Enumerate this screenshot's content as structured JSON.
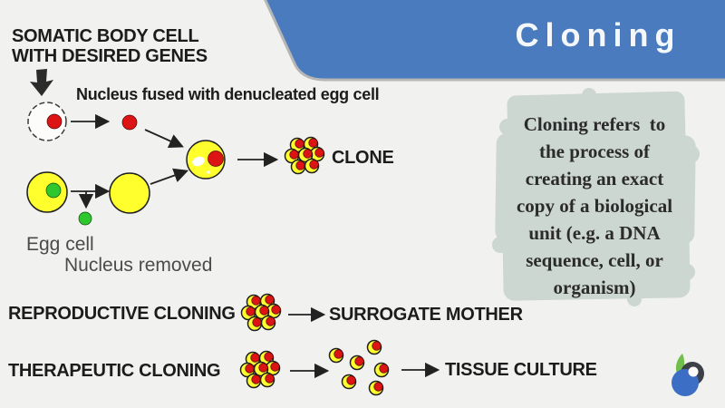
{
  "title": "Cloning",
  "colors": {
    "banner_blue": "#4a7bbf",
    "background": "#f1f1ef",
    "cell_yellow": "#ffff2e",
    "nucleus_red": "#dd1414",
    "nucleus_green": "#2ec82e",
    "note_bg": "#cdd7d2"
  },
  "diagram": {
    "heading_line1": "SOMATIC BODY CELL",
    "heading_line2": "WITH DESIRED GENES",
    "fusion_caption": "Nucleus fused with denucleated egg cell",
    "clone_label": "CLONE",
    "egg_cell_label": "Egg cell",
    "nucleus_removed_label": "Nucleus removed"
  },
  "rows": {
    "reproductive": {
      "label": "REPRODUCTIVE CLONING",
      "result": "SURROGATE MOTHER"
    },
    "therapeutic": {
      "label": "THERAPEUTIC CLONING",
      "result": "TISSUE CULTURE"
    }
  },
  "note": {
    "lines": [
      "Cloning refers  to",
      "the process of",
      "creating an exact",
      "copy of a biological",
      "unit (e.g. a DNA",
      "sequence, cell, or",
      "organism)"
    ]
  }
}
